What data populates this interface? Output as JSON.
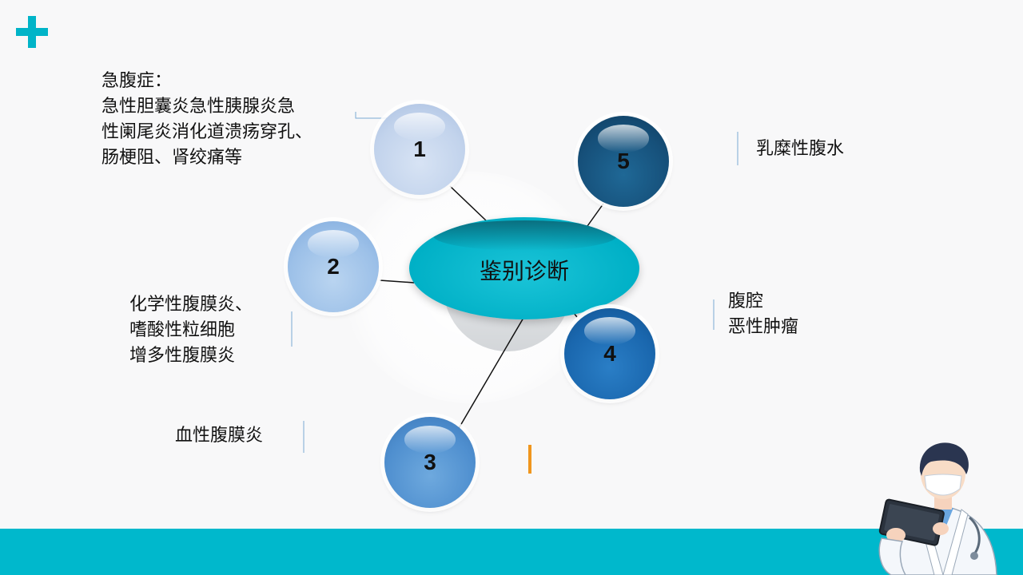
{
  "title": "鉴别诊断",
  "nodes": [
    {
      "num": "1",
      "lines": [
        "急腹症：",
        "急性胆囊炎急性胰腺炎急",
        "性阑尾炎消化道溃疡穿孔、",
        "肠梗阻、肾绞痛等"
      ]
    },
    {
      "num": "2",
      "lines": [
        "化学性腹膜炎、",
        "嗜酸性粒细胞",
        "增多性腹膜炎"
      ]
    },
    {
      "num": "3",
      "lines": [
        "血性腹膜炎"
      ]
    },
    {
      "num": "4",
      "lines": [
        "腹腔",
        "恶性肿瘤"
      ]
    },
    {
      "num": "5",
      "lines": [
        "乳糜性腹水"
      ]
    }
  ],
  "colors": {
    "accent": "#00b8cc",
    "node1": "#c9d8ee",
    "node2": "#a4c6ea",
    "node3": "#5b9bd5",
    "node4": "#1c6fb8",
    "node5": "#1a5a8a",
    "marker": "#f0961e"
  }
}
